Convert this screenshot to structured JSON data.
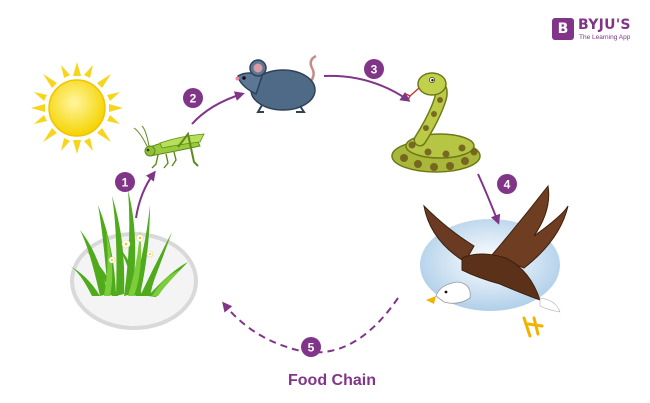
{
  "brand": {
    "logo_letter": "B",
    "name": "BYJU'S",
    "tagline": "The Learning App",
    "color": "#813588"
  },
  "title": "Food Chain",
  "accent_color": "#813588",
  "organisms": [
    {
      "id": "sun",
      "icon": "sun-icon"
    },
    {
      "id": "grass",
      "icon": "grass-icon"
    },
    {
      "id": "grasshopper",
      "icon": "grasshopper-icon"
    },
    {
      "id": "mouse",
      "icon": "mouse-icon"
    },
    {
      "id": "snake",
      "icon": "snake-icon"
    },
    {
      "id": "eagle",
      "icon": "eagle-icon"
    }
  ],
  "steps": [
    "1",
    "2",
    "3",
    "4",
    "5"
  ]
}
